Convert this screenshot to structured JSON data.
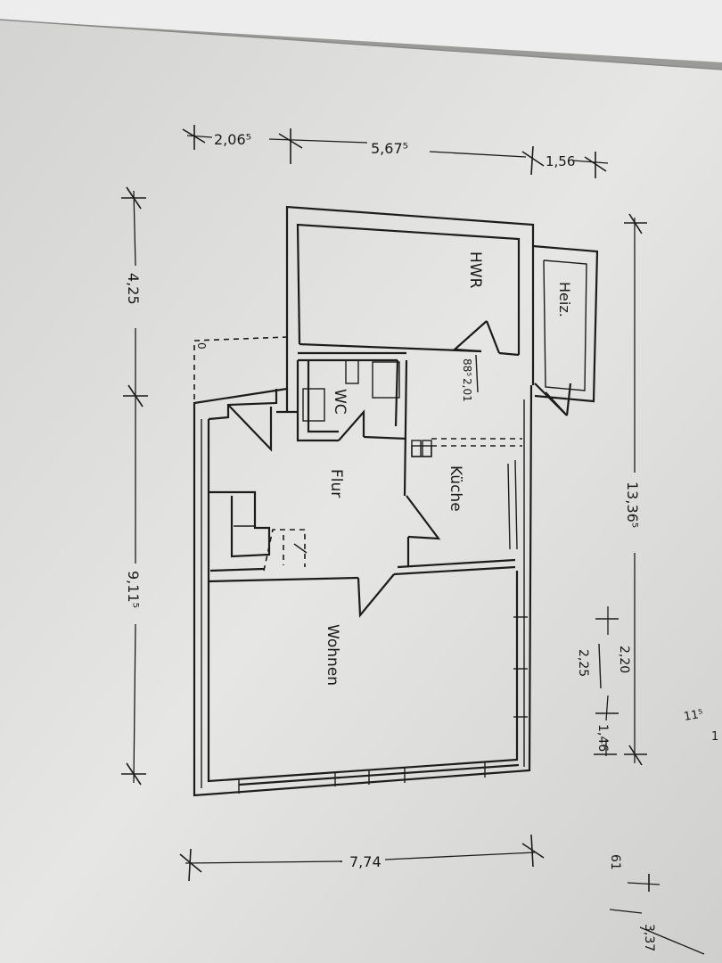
{
  "rooms": {
    "hwr": "HWR",
    "heiz": "Heiz.",
    "wc": "WC",
    "flur": "Flur",
    "kueche": "Küche",
    "wohnen": "Wohnen",
    "window_top": "88⁵",
    "window_bottom": "2,01"
  },
  "dimensions": {
    "top_left": "2,06⁵",
    "top_middle": "5,67⁵",
    "top_right": "1,56",
    "left_upper": "4,25",
    "left_total": "9,11⁵",
    "right_total": "13,36⁵",
    "right_window_top": "2,20",
    "right_window_bottom": "2,25",
    "right_small": "1,46",
    "bottom_width": "7,74",
    "door_mark": "0",
    "margin_a": "11⁵",
    "margin_b": "1",
    "margin_c": "61",
    "margin_d": "3,37"
  }
}
